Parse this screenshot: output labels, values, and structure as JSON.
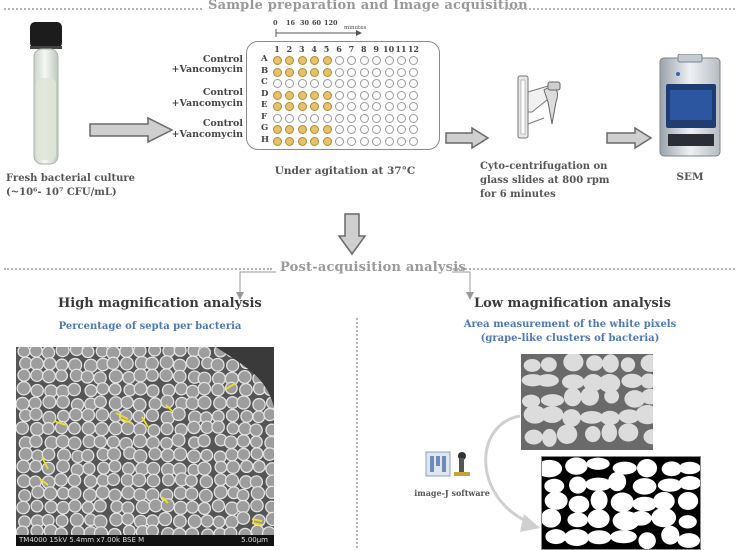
{
  "top_section": {
    "title": "Sample preparation and Image acquisition"
  },
  "culture": {
    "label_line1": "Fresh bacterial culture",
    "label_line2": "(~10⁶- 10⁷ CFU/mL)"
  },
  "plate": {
    "time_axis": {
      "ticks": [
        "0",
        "16",
        "30",
        "60",
        "120"
      ],
      "unit": "minutes"
    },
    "columns": [
      "1",
      "2",
      "3",
      "4",
      "5",
      "6",
      "7",
      "8",
      "9",
      "10",
      "11",
      "12"
    ],
    "rows": [
      "A",
      "B",
      "C",
      "D",
      "E",
      "F",
      "G",
      "H"
    ],
    "filled_rows": [
      "A",
      "B",
      "D",
      "E",
      "G",
      "H"
    ],
    "filled_columns": 5,
    "side_labels": [
      "Control",
      "+Vancomycin",
      "Control",
      "+Vancomycin",
      "Control",
      "+Vancomycin"
    ],
    "caption": "Under agitation at 37°C"
  },
  "centrifuge": {
    "line1": "Cyto-centrifugation on",
    "line2": "glass slides at 800 rpm",
    "line3": "for 6 minutes"
  },
  "sem": {
    "label": "SEM"
  },
  "post_section": {
    "title": "Post-acquisition analysis"
  },
  "high_mag": {
    "title": "High magnification analysis",
    "subtitle": "Percentage of septa per bacteria",
    "scalebar_left": "TM4000 15kV 5.4mm x7.00k BSE M",
    "scalebar_right": "5.00μm"
  },
  "low_mag": {
    "title": "Low magnification analysis",
    "subtitle_line1": "Area measurement of the white pixels",
    "subtitle_line2": "(grape-like clusters of bacteria)",
    "software_label": "image-J software"
  },
  "colors": {
    "accent_blue": "#4e78b8",
    "header_gray": "#9a9a9a",
    "well_fill": "#e8c26a",
    "septa_yellow": "#f2e11a"
  }
}
